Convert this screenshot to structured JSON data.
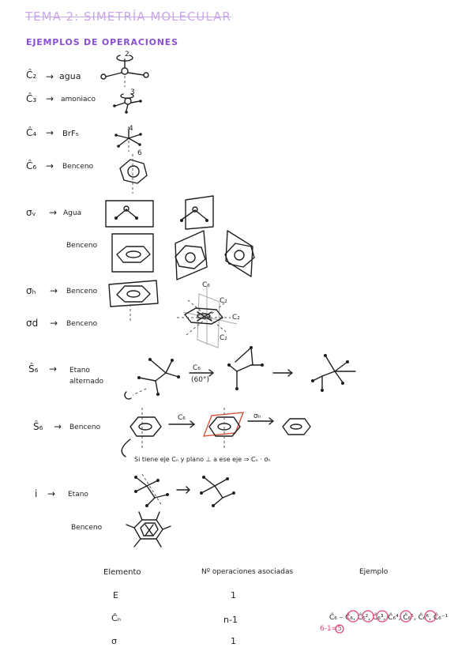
{
  "header": {
    "title": "TEMA 2: SIMETRÍA MOLECULAR",
    "subtitle": "EJEMPLOS DE OPERACIONES"
  },
  "examples": [
    {
      "op": "Ĉ₂",
      "molecule": "agua"
    },
    {
      "op": "Ĉ₃",
      "molecule": "amoniaco"
    },
    {
      "op": "Ĉ₄",
      "molecule": "BrF₅"
    },
    {
      "op": "Ĉ₆",
      "molecule": "Benceno"
    },
    {
      "op": "σᵥ",
      "molecule": "Agua"
    },
    {
      "op": "",
      "molecule": "Benceno"
    },
    {
      "op": "σₕ",
      "molecule": "Benceno"
    },
    {
      "op": "σd",
      "molecule": "Benceno"
    },
    {
      "op": "Ŝ₆",
      "molecule": "Etano\nalternado"
    },
    {
      "op": "Ŝ₆",
      "molecule": "Benceno"
    },
    {
      "op": "i",
      "molecule": "Etano"
    },
    {
      "op": "",
      "molecule": "Benceno"
    }
  ],
  "annotations": {
    "c2_axis": "2",
    "c3_axis": "3",
    "c4_axis": "4",
    "c6_axis": "6",
    "c2_labels": [
      "C₂",
      "C₂",
      "C₂"
    ],
    "c6_top": "C₆",
    "s6_arrow_top": "C₆",
    "s6_arrow_bottom": "(60°)",
    "s6b_arrow1": "C₆",
    "s6b_arrow2": "σₕ",
    "note": "Si tiene eje Cₙ y plano ⊥ a ese eje ⇒ Cₙ · σₕ"
  },
  "table": {
    "headers": [
      "Elemento",
      "Nº operaciones asociadas",
      "Ejemplo"
    ],
    "rows": [
      {
        "element": "E",
        "count": "1",
        "example": ""
      },
      {
        "element": "Ĉₙ",
        "count": "n-1",
        "example": "Ĉ₆ – Ĉ₆, Ĉ₆², Ĉ₆³, Ĉ₆⁴, Ĉ₆⁵, Ĉ₆⁶, Ĉ₆⁻¹"
      },
      {
        "element": "σ",
        "count": "1",
        "example": ""
      }
    ],
    "pink_note": "6-1=5"
  },
  "colors": {
    "title": "#c9a7e8",
    "subtitle": "#8a4fd3",
    "highlight_red": "#d9533c",
    "pink": "#e0457a"
  }
}
